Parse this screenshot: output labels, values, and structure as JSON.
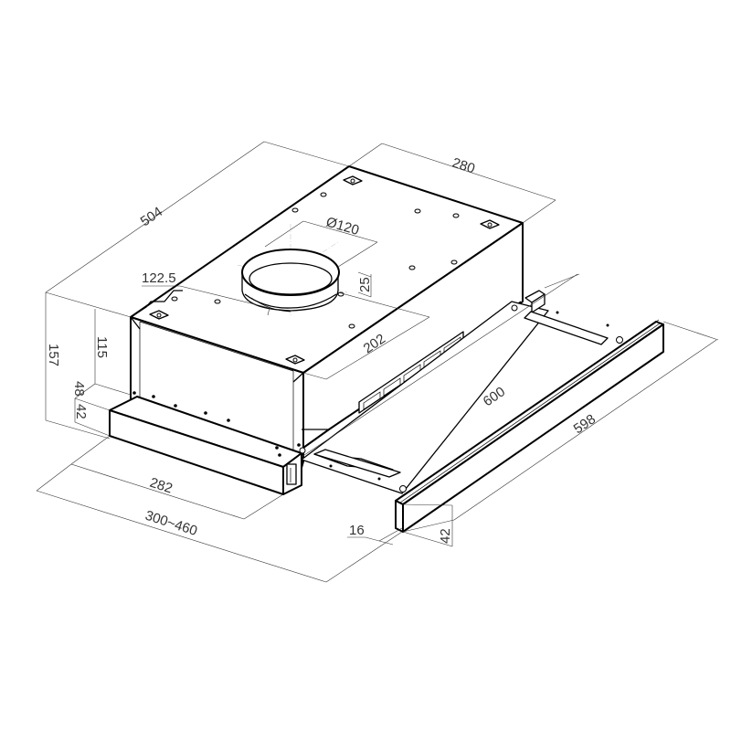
{
  "drawing": {
    "subject": "Telescopic range hood isometric dimension drawing",
    "units": "mm",
    "line_color": "#000000",
    "background": "#ffffff"
  },
  "dimensions": {
    "depth_total": "504",
    "width_body": "280",
    "duct_diameter": "Ø120",
    "duct_offset": "122.5",
    "duct_height": "25",
    "duct_to_front": "202",
    "height_total": "157",
    "height_body": "115",
    "height_step": "48",
    "height_front": "42",
    "depth_drawer": "282",
    "depth_extend": "300~460",
    "width_inner": "600",
    "width_front_panel": "598",
    "panel_thickness": "16",
    "panel_height": "42"
  }
}
